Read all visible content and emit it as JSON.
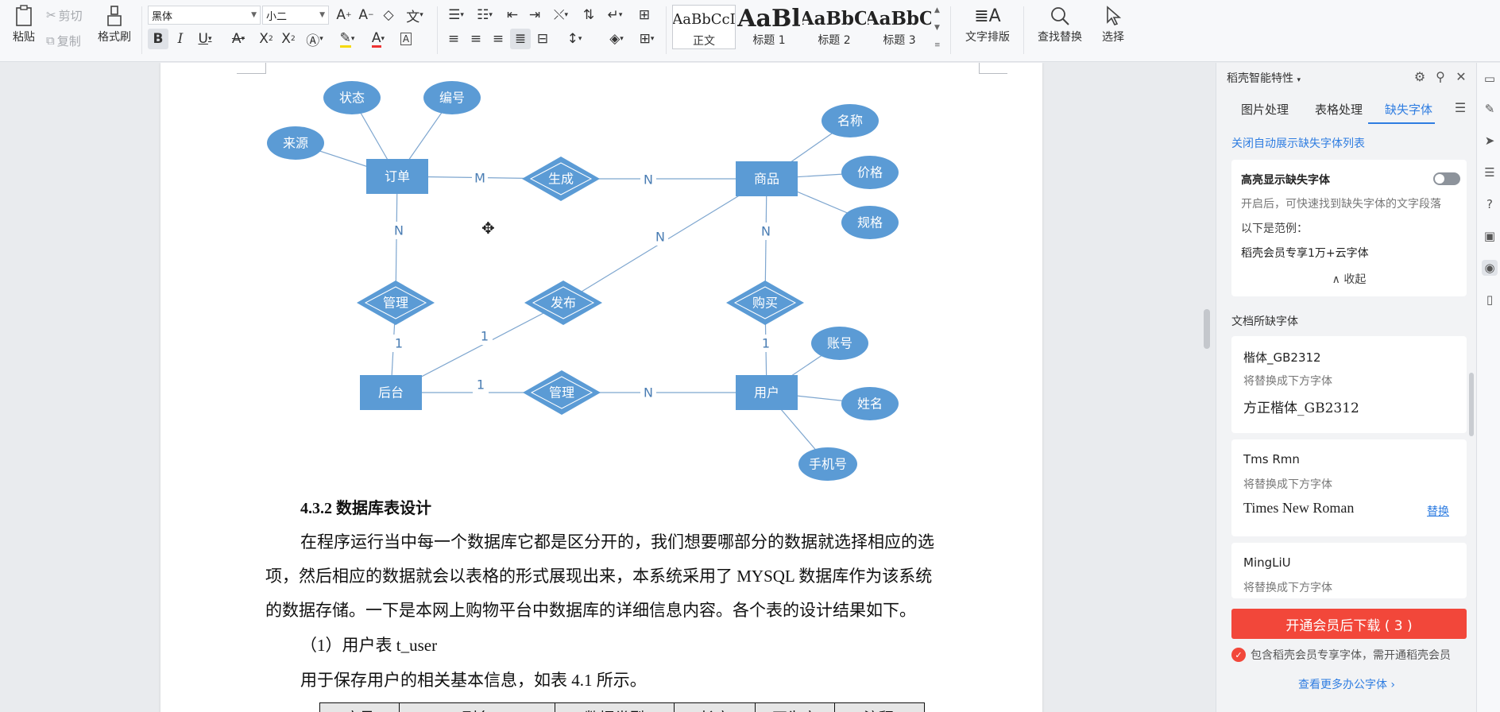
{
  "toolbar": {
    "paste": "粘贴",
    "cut": "剪切",
    "copy": "复制",
    "format_painter": "格式刷",
    "font_name": "黑体",
    "font_size": "小二",
    "styles": [
      {
        "sample": "AaBbCcI",
        "name": "正文"
      },
      {
        "sample": "AaBl",
        "name": "标题 1"
      },
      {
        "sample": "AaBbC",
        "name": "标题 2"
      },
      {
        "sample": "AaBbC",
        "name": "标题 3"
      }
    ],
    "text_layout": "文字排版",
    "find_replace": "查找替换",
    "select": "选择"
  },
  "diagram": {
    "entities": [
      "订单",
      "商品",
      "后台",
      "用户"
    ],
    "relations": [
      "生成",
      "管理",
      "发布",
      "购买",
      "管理"
    ],
    "attributes": [
      "状态",
      "编号",
      "来源",
      "名称",
      "价格",
      "规格",
      "账号",
      "姓名",
      "手机号"
    ],
    "cardinalities": [
      "M",
      "N",
      "N",
      "N",
      "N",
      "1",
      "1",
      "1",
      "1",
      "N"
    ]
  },
  "document": {
    "heading": "4.3.2 数据库表设计",
    "paragraph_lines": [
      "在程序运行当中每一个数据库它都是区分开的，我们想要哪部分的数据就选择相应的选",
      "项，然后相应的数据就会以表格的形式展现出来，本系统采用了 MYSQL 数据库作为该系统",
      "的数据存储。一下是本网上购物平台中数据库的详细信息内容。各个表的设计结果如下。"
    ],
    "subheading": "（1）用户表 t_user",
    "caption_line": "用于保存用户的相关基本信息，如表 4.1 所示。",
    "table_headers": [
      "序号",
      "列名",
      "数据类型",
      "长度",
      "不为空",
      "注释"
    ]
  },
  "panel": {
    "title": "稻壳智能特性",
    "tabs": [
      "图片处理",
      "表格处理",
      "缺失字体"
    ],
    "close_auto_link": "关闭自动展示缺失字体列表",
    "highlight_title": "高亮显示缺失字体",
    "highlight_desc": "开启后，可快速找到缺失字体的文字段落",
    "example_label": "以下是范例：",
    "example_text": "稻壳会员专享1万+云字体",
    "collapse": "收起",
    "missing_section": "文档所缺字体",
    "fonts": [
      {
        "name": "楷体_GB2312",
        "hint": "将替换成下方字体",
        "replacement": "方正楷体_GB2312",
        "action": ""
      },
      {
        "name": "Tms Rmn",
        "hint": "将替换成下方字体",
        "replacement": "Times New Roman",
        "action": "替换"
      },
      {
        "name": "MingLiU",
        "hint": "将替换成下方字体",
        "replacement": "",
        "action": ""
      }
    ],
    "buy_button": "开通会员后下载 ( 3 )",
    "note": "包含稻壳会员专享字体，需开通稻壳会员",
    "more_link": "查看更多办公字体 ›"
  },
  "colors": {
    "accent": "#2f7de1",
    "diagram_fill": "#5b9bd5",
    "buy_button": "#f2473a"
  }
}
